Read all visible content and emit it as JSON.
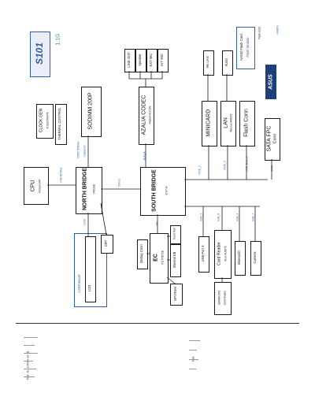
{
  "title": {
    "model": "S101",
    "version": "1.1G"
  },
  "header_note": "HANDS",
  "logo": "ASUS",
  "flags": {
    "top": "Flash Card",
    "bottom": "Flash Module"
  },
  "blocks": {
    "cpu": {
      "name": "CPU",
      "sub": "Penryn-SFF"
    },
    "north_bridge": {
      "name": "NORTH BRIDGE",
      "sub": "945GSE"
    },
    "south_bridge": {
      "name": "SOUTH BRIDGE",
      "sub": "ICH7-M"
    },
    "clock_gen": {
      "name": "CLOCK GEN",
      "sub": "ICS9LPRS476"
    },
    "thermal": {
      "name": "THERMAL CONTROL"
    },
    "sodimm": {
      "name": "SODIMM 200P"
    },
    "azalia": {
      "name": "AZALIA CODEC",
      "sub": "Realtek ALC269"
    },
    "line_out": {
      "name": "LINE OUT"
    },
    "speaker": {
      "name": "Speaker"
    },
    "ext_mic": {
      "name": "EXT MIC"
    },
    "int_mic": {
      "name": "INT MIC"
    },
    "minicard": {
      "name": "MINICARD"
    },
    "lan": {
      "name": "LAN",
      "sub": "Atheros AR8132"
    },
    "lan_port": {
      "name": "Yet LAN"
    },
    "rj45": {
      "name": "RJ45"
    },
    "flash_conn": {
      "name": "Flash Conn"
    },
    "nand": {
      "name": "NAND Flash Card"
    },
    "sata_fpc": {
      "name": "SATA FPC",
      "sub": "Conn"
    },
    "lvds_board": {
      "name": "LVDS Board"
    },
    "lcd": {
      "name": "LCD"
    },
    "crt": {
      "name": "CRT"
    },
    "ec": {
      "name": "EC",
      "sub": "ITE IT8572E"
    },
    "debug_conn": {
      "name": "Debug Conn"
    },
    "internal_kb": {
      "name": "Internal KB"
    },
    "touch_pad": {
      "name": "Touch Pad"
    },
    "spi_rom": {
      "name": "SPI ROM"
    },
    "usb_port": {
      "name": "USB Port 3"
    },
    "card_reader": {
      "name": "Card Reader",
      "sub": "Alcor AU6371"
    },
    "sd_mmc": {
      "name": "SD/MMC/MS",
      "sub": "Card Reader"
    },
    "bluetooth": {
      "name": "Bluetooth"
    },
    "camera": {
      "name": "Camera"
    }
  },
  "bus_labels": {
    "fsb": "FSB 667MHz",
    "ddr2": "DDR2 533MHz",
    "dmi": "DMI x2",
    "lvds": "LVDS",
    "hda": "AZALIA",
    "pcie": "PCIE_2",
    "pcie2": "PCIE_3",
    "usb_flash": "USB_Bootcut",
    "sata": "SATA",
    "lpc": "LPC",
    "usb3": "USB_3",
    "usb_cr": "USB_6",
    "usb_bt": "USB_4",
    "usb_cam": "USB_7",
    "channel": "Channel A"
  },
  "footer_notes": {
    "left": "PCB - 6L, 1.35mm 4.0 TB",
    "right": "NDA"
  },
  "colors": {
    "accent": "#2f5fa8",
    "green": "#2e9a6a",
    "line": "#1a1a1a"
  }
}
